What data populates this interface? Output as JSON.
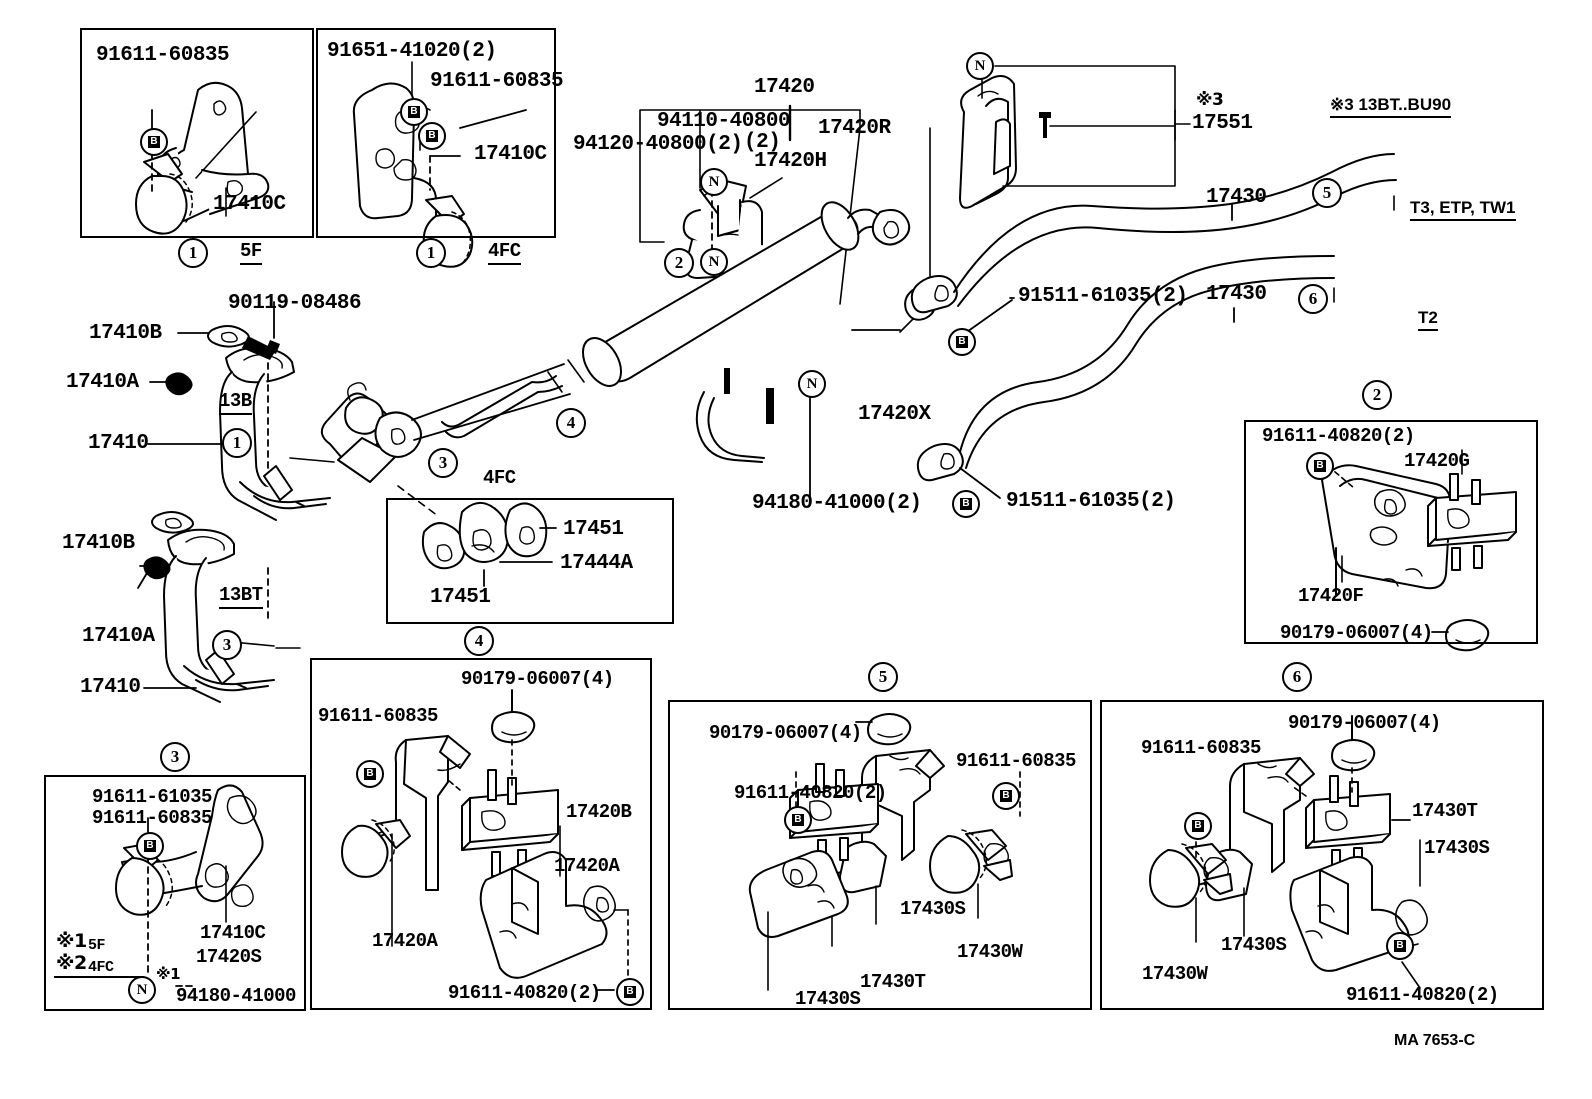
{
  "diagram": {
    "title": "Toyota Exhaust Pipe Parts Diagram",
    "footer_code": "MA 7653-C"
  },
  "notes": {
    "note3_legend": "※3 13BT..BU90",
    "variant_t3": "T3, ETP, TW1",
    "variant_t2": "T2",
    "variant_5f": "5F",
    "variant_4fc": "4FC",
    "variant_13b": "13B",
    "variant_13bt": "13BT",
    "legend_star1": "※1",
    "legend_star1_val": "5F",
    "legend_star2": "※2",
    "legend_star2_val": "4FC",
    "note3_mark": "※3"
  },
  "panel1_5f": {
    "callout_number": "1",
    "variant": "5F",
    "labels": {
      "bolt": "91611-60835",
      "bracket": "17410C"
    }
  },
  "panel1_4fc": {
    "callout_number": "1",
    "variant": "4FC",
    "labels": {
      "bolt_a": "91651-41020(2)",
      "bolt_b": "91611-60835",
      "bracket": "17410C"
    }
  },
  "panel2_center": {
    "callout_number": "2",
    "labels": {
      "nut_a": "94110-40800\n(2)",
      "nut_a_line1": "94110-40800",
      "nut_a_line2": "(2)",
      "nut_b": "94120-40800(2)",
      "main": "17420",
      "hanger_h": "17420H",
      "hanger_r": "17420R"
    }
  },
  "panel_17551": {
    "note": "※3",
    "part": "17551"
  },
  "center_assembly": {
    "callout_muffler": "4",
    "callout_front": "1",
    "callout_13bt": "3",
    "callout_3_mid": "3",
    "callout_tail5": "5",
    "callout_tail6": "6",
    "labels": {
      "gasket_b_upper": "17410B",
      "nut_a_upper": "17410A",
      "pipe_upper": "17410",
      "bolt_90119": "90119-08486",
      "gasket_b_lower": "17410B",
      "nut_a_lower": "17410A",
      "pipe_lower": "17410",
      "tailpipe_upper": "17430",
      "tailpipe_lower": "17430",
      "clamp_upper": "91511-61035(2)",
      "clamp_lower": "91511-61035(2)",
      "support_x": "17420X",
      "nut_94180": "94180-41000(2)"
    }
  },
  "panel4_gaskets": {
    "callout_number": "4",
    "variant": "4FC",
    "labels": {
      "gasket_right": "17451",
      "gasket_left": "17451",
      "insulator": "17444A"
    }
  },
  "panel3_bracket": {
    "callout_number": "3",
    "labels": {
      "bolt_a": "91611-61035",
      "bolt_b": "91611-60835",
      "bracket_c": "17410C",
      "bracket_s": "17420S",
      "nut": "94180-41000",
      "nut_star": "※1",
      "star1": "※1",
      "star1_variant": "5F",
      "star2": "※2",
      "star2_variant": "4FC"
    }
  },
  "panel4_mount": {
    "callout_number": "4",
    "labels": {
      "nut_top": "90179-06007(4)",
      "bolt_left": "91611-60835",
      "mount_b": "17420B",
      "bracket_a_right": "17420A",
      "bracket_a_left": "17420A",
      "bolt_bottom": "91611-40820(2)"
    }
  },
  "panel5_mount": {
    "callout_number": "5",
    "labels": {
      "nut_top": "90179-06007(4)",
      "bolt_left": "91611-40820(2)",
      "bolt_right": "91611-60835",
      "support_s_right": "17430S",
      "support_s_bottom": "17430S",
      "mount_t": "17430T",
      "clamp_w": "17430W"
    }
  },
  "panel6_mount": {
    "callout_number": "6",
    "labels": {
      "nut_top": "90179-06007(4)",
      "bolt_left": "91611-60835",
      "mount_t": "17430T",
      "support_s_right": "17430S",
      "support_s_bottom": "17430S",
      "clamp_w": "17430W",
      "bolt_bottom": "91611-40820(2)"
    }
  },
  "panel2_right": {
    "callout_number": "2",
    "labels": {
      "bolt_top": "91611-40820(2)",
      "mount_g": "17420G",
      "bracket_f": "17420F",
      "nut_bottom": "90179-06007(4)"
    }
  }
}
